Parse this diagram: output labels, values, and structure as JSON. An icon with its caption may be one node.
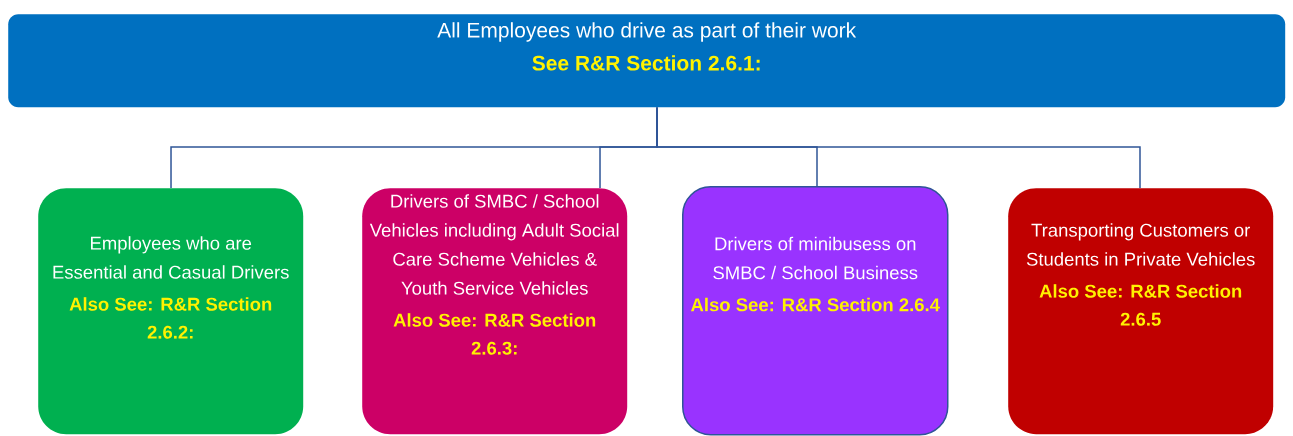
{
  "diagram": {
    "nodes": [
      {
        "text": [
          "All Employees who drive as part of their work",
          "See R&R Section 2.6.1:"
        ]
      },
      {
        "text": [
          "Employees who are Essential and Casual Drivers",
          "Also See: R&R Section 2.6.2:"
        ]
      },
      {
        "text": [
          "Drivers of SMBC / School Vehicles including Adult Social Care Scheme Vehicles & Youth Service Vehicles",
          "Also See: R&R Section 2.6.3:"
        ]
      },
      {
        "text": [
          "Drivers of minibusess on SMBC / School Business",
          "Also See: R&R Section 2.6.4"
        ]
      },
      {
        "text": [
          "Transporting Customers or Students in Private Vehicles",
          "Also See: R&R Section 2.6.5"
        ]
      }
    ],
    "edges": [
      {
        "from": 0,
        "to": 1,
        "arrow": "none"
      },
      {
        "from": 0,
        "to": 2,
        "arrow": "none"
      },
      {
        "from": 0,
        "to": 3,
        "arrow": "none"
      },
      {
        "from": 0,
        "to": 4,
        "arrow": "none"
      }
    ]
  }
}
